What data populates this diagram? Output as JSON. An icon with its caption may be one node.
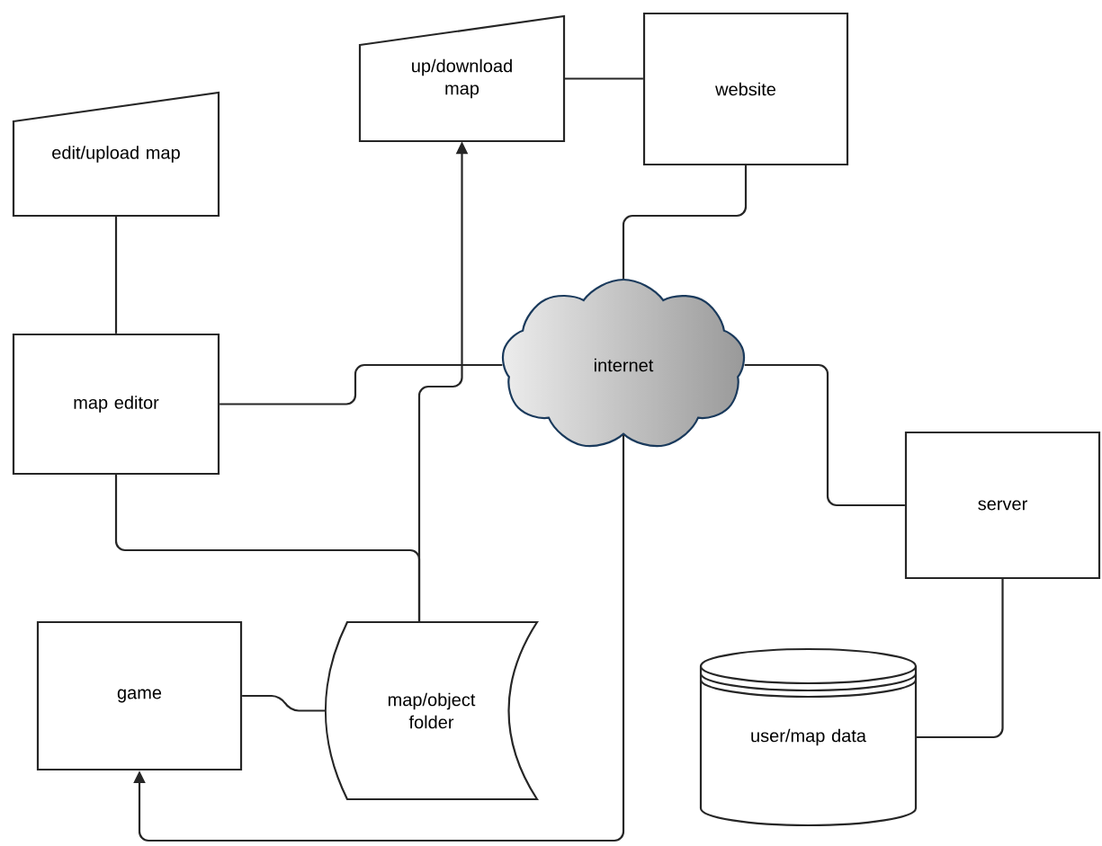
{
  "diagram": {
    "nodes": [
      {
        "text": [
          "edit/upload map"
        ]
      },
      {
        "text": [
          "up/download map"
        ]
      },
      {
        "text": [
          "website"
        ]
      },
      {
        "text": [
          "map editor"
        ]
      },
      {
        "text": [
          "internet"
        ]
      },
      {
        "text": [
          "server"
        ]
      },
      {
        "text": [
          "game"
        ]
      },
      {
        "text": [
          "map/object folder"
        ]
      },
      {
        "text": [
          "user/map data"
        ]
      }
    ],
    "edges": [
      {
        "from": 0,
        "to": 3,
        "arrow": "none"
      },
      {
        "from": 1,
        "to": 2,
        "arrow": "none"
      },
      {
        "from": 2,
        "to": 4,
        "arrow": "none"
      },
      {
        "from": 3,
        "to": 4,
        "arrow": "none"
      },
      {
        "from": 7,
        "to": 1,
        "arrow": "to"
      },
      {
        "from": 3,
        "to": 7,
        "arrow": "none"
      },
      {
        "from": 6,
        "to": 7,
        "arrow": "none"
      },
      {
        "from": 4,
        "to": 6,
        "arrow": "to"
      },
      {
        "from": 4,
        "to": 5,
        "arrow": "none"
      },
      {
        "from": 5,
        "to": 8,
        "arrow": "none"
      }
    ]
  }
}
